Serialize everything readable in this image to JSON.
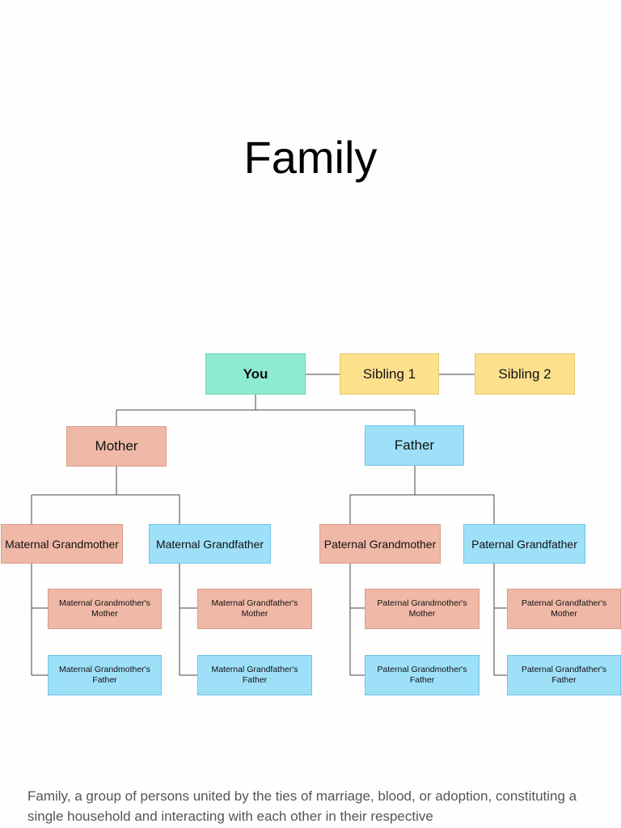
{
  "page": {
    "title": "Family",
    "caption": "Family, a group of persons united by the ties of marriage, blood, or adoption, constituting a single household and interacting with each other in their respective"
  },
  "colors": {
    "you": "#8eead0",
    "sibling": "#fde08c",
    "female": "#f0b8a6",
    "male": "#9ee0f8",
    "line": "#444444"
  },
  "tree": {
    "you": "You",
    "siblings": [
      "Sibling 1",
      "Sibling 2"
    ],
    "mother": "Mother",
    "father": "Father",
    "grandparents": {
      "maternal_grandmother": "Maternal Grandmother",
      "maternal_grandfather": "Maternal Grandfather",
      "paternal_grandmother": "Paternal Grandmother",
      "paternal_grandfather": "Paternal Grandfather"
    },
    "great_grandparents": {
      "mgm_mother": "Maternal Grandmother's Mother",
      "mgm_father": "Maternal Grandmother's Father",
      "mgf_mother": "Maternal Grandfather's Mother",
      "mgf_father": "Maternal Grandfather's Father",
      "pgm_mother": "Paternal Grandmother's Mother",
      "pgm_father": "Paternal Grandmother's Father",
      "pgf_mother": "Paternal Grandfather's Mother",
      "pgf_father": "Paternal Grandfather's Father"
    }
  }
}
